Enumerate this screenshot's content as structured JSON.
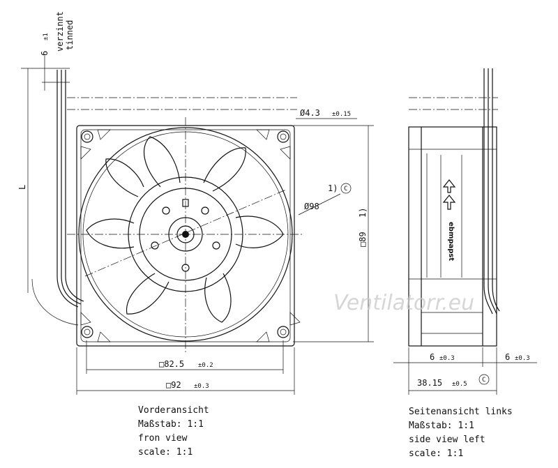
{
  "wire_note": {
    "tolerance_value": "6",
    "tolerance": "±1",
    "label_de": "verzinnt",
    "label_en": "tinned"
  },
  "length_label": "L",
  "dims": {
    "hole_diameter": "Ø4.3",
    "hole_tol": "±0.15",
    "ref_note": "1)",
    "ref_mark": "C",
    "impeller_diameter": "Ø98",
    "frame_height": "□89",
    "frame_height_note": "1)",
    "mount_spacing": "□82.5",
    "mount_spacing_tol": "±0.2",
    "frame_width": "□92",
    "frame_width_tol": "±0.3",
    "side_left": "6",
    "side_left_tol": "±0.3",
    "side_right": "6",
    "side_right_tol": "±0.3",
    "depth": "38.15",
    "depth_tol": "±0.5",
    "depth_mark": "C"
  },
  "front_caption": [
    "Vorderansicht",
    "Maßstab:  1:1",
    "fron view",
    "scale: 1:1"
  ],
  "side_caption": [
    "Seitenansicht links",
    "Maßstab:  1:1",
    "side view left",
    "scale: 1:1"
  ],
  "brand_label": "ebmpapst",
  "watermark": "Ventilatorr.eu"
}
